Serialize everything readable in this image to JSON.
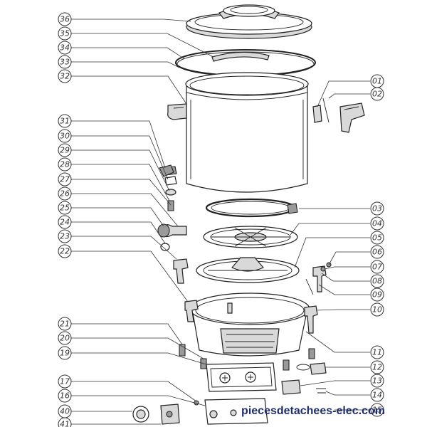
{
  "diagram": {
    "callouts_left": [
      {
        "id": "36",
        "label": "36"
      },
      {
        "id": "35",
        "label": "35"
      },
      {
        "id": "34",
        "label": "34"
      },
      {
        "id": "33",
        "label": "33"
      },
      {
        "id": "32",
        "label": "32"
      },
      {
        "id": "31",
        "label": "31"
      },
      {
        "id": "30",
        "label": "30"
      },
      {
        "id": "29",
        "label": "29"
      },
      {
        "id": "28",
        "label": "28"
      },
      {
        "id": "27",
        "label": "27"
      },
      {
        "id": "26",
        "label": "26"
      },
      {
        "id": "25",
        "label": "25"
      },
      {
        "id": "24",
        "label": "24"
      },
      {
        "id": "23",
        "label": "23"
      },
      {
        "id": "22",
        "label": "22"
      },
      {
        "id": "21",
        "label": "21"
      },
      {
        "id": "20",
        "label": "20"
      },
      {
        "id": "19",
        "label": "19"
      },
      {
        "id": "17",
        "label": "17"
      },
      {
        "id": "16",
        "label": "16"
      },
      {
        "id": "40",
        "label": "40"
      },
      {
        "id": "41",
        "label": "41"
      }
    ],
    "callouts_right": [
      {
        "id": "01",
        "label": "01"
      },
      {
        "id": "02",
        "label": "02"
      },
      {
        "id": "03",
        "label": "03"
      },
      {
        "id": "04",
        "label": "04"
      },
      {
        "id": "05",
        "label": "05"
      },
      {
        "id": "06",
        "label": "06"
      },
      {
        "id": "07",
        "label": "07"
      },
      {
        "id": "08",
        "label": "08"
      },
      {
        "id": "09",
        "label": "09"
      },
      {
        "id": "10",
        "label": "10"
      },
      {
        "id": "11",
        "label": "11"
      },
      {
        "id": "12",
        "label": "12"
      },
      {
        "id": "13",
        "label": "13"
      },
      {
        "id": "14",
        "label": "14"
      },
      {
        "id": "15",
        "label": "15"
      }
    ]
  },
  "watermark": "piecesdetachees-elec.com",
  "colors": {
    "line": "#222222",
    "watermark": "#1e2f6b",
    "background": "#ffffff"
  }
}
